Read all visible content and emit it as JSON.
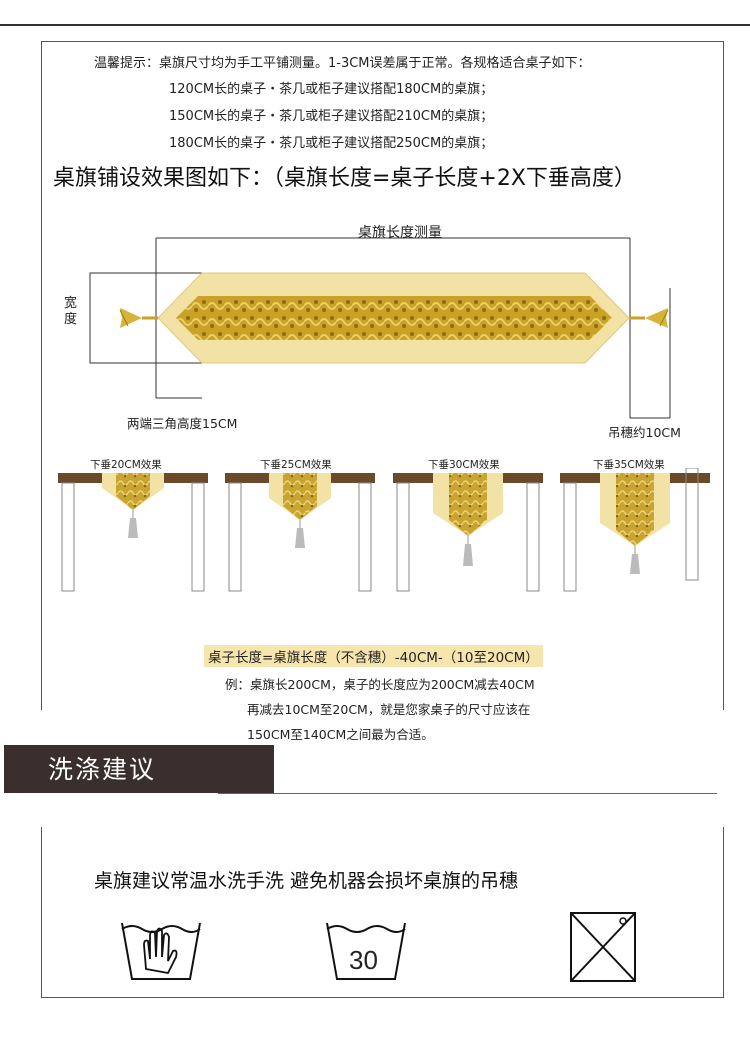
{
  "tips": {
    "line1": "温馨提示：桌旗尺寸均为手工平铺测量。1-3CM误差属于正常。各规格适合桌子如下：",
    "line2": "120CM长的桌子・茶几或柜子建议搭配180CM的桌旗；",
    "line3": "150CM长的桌子・茶几或柜子建议搭配210CM的桌旗；",
    "line4": "180CM长的桌子・茶几或柜子建议搭配250CM的桌旗；"
  },
  "heading": "桌旗铺设效果图如下：（桌旗长度=桌子长度+2X下垂高度）",
  "diagram": {
    "length_label": "桌旗长度测量",
    "width_label": "宽度",
    "triangle_label": "两端三角高度15CM",
    "tassel_label": "吊穗约10CM"
  },
  "drops": [
    {
      "label": "下垂20CM效果"
    },
    {
      "label": "下垂25CM效果"
    },
    {
      "label": "下垂30CM效果"
    },
    {
      "label": "下垂35CM效果"
    }
  ],
  "formula": {
    "main": "桌子长度=桌旗长度（不含穗）-40CM-（10至20CM）",
    "ex1": "例：桌旗长200CM，桌子的长度应为200CM减去40CM",
    "ex2": "再减去10CM至20CM，就是您家桌子的尺寸应该在",
    "ex3": "150CM至140CM之间最为合适。"
  },
  "wash": {
    "title": "洗涤建议",
    "advice": "桌旗建议常温水洗手洗 避免机器会损坏桌旗的吊穗",
    "temp": "30"
  },
  "colors": {
    "runner_light": "#f3e2a6",
    "runner_gold": "#c9a227",
    "table_brown": "#6b4a2a",
    "banner": "#3a2f2c"
  }
}
